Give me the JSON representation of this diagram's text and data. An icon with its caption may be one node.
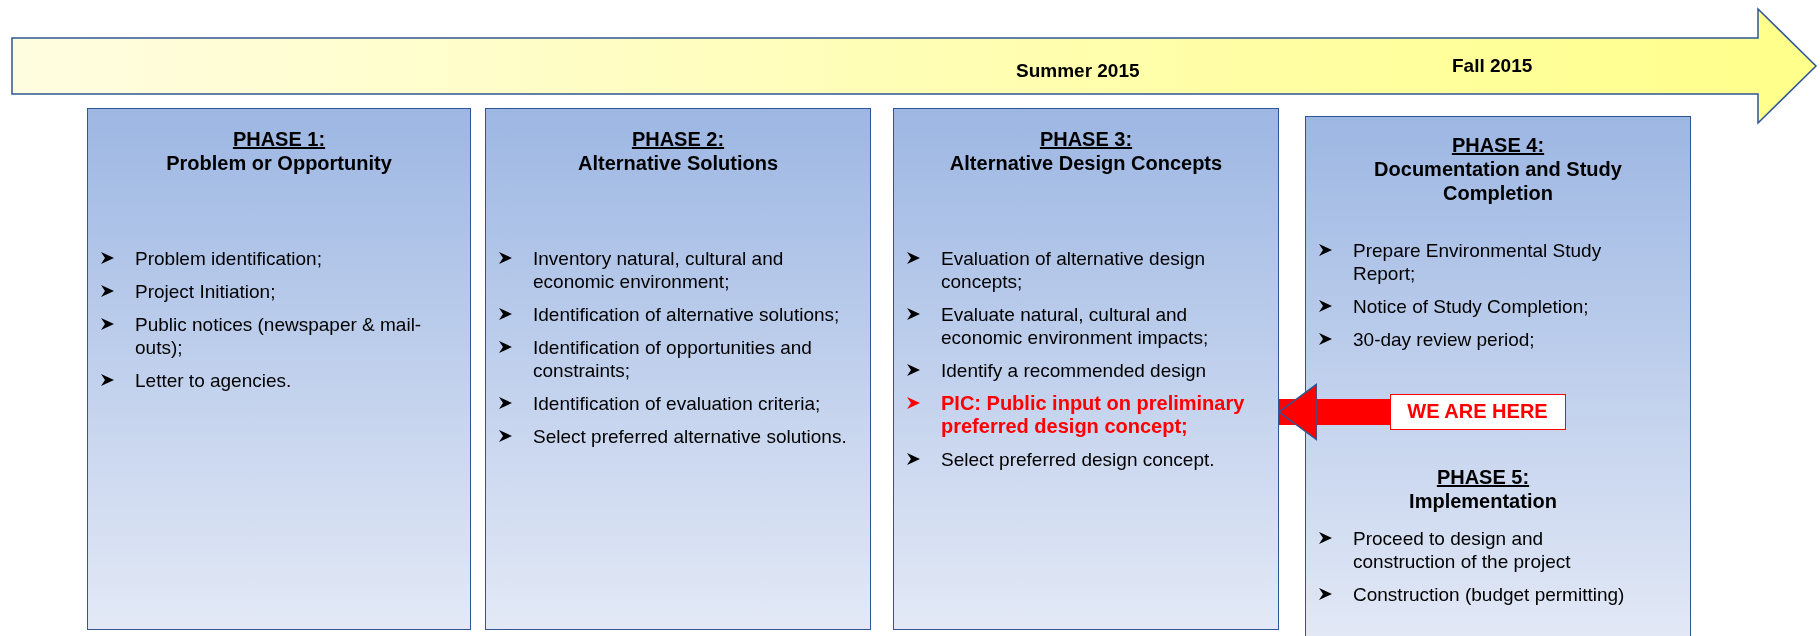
{
  "diagram": {
    "nodes": [
      {
        "text": [
          "Summer 2015",
          "Fall 2015"
        ]
      },
      {
        "text": [
          "PHASE 1:",
          "Problem or Opportunity",
          "Problem identification;",
          "Project Initiation;",
          "Public notices (newspaper & mail-outs);",
          "Letter to agencies."
        ]
      },
      {
        "text": [
          "PHASE 2:",
          "Alternative Solutions",
          "Inventory natural, cultural and economic environment;",
          "Identification of alternative solutions;",
          "Identification of opportunities and constraints;",
          "Identification of evaluation criteria;",
          "Select preferred alternative solutions."
        ]
      },
      {
        "text": [
          "PHASE 3:",
          "Alternative Design Concepts",
          "Evaluation of alternative design concepts;",
          "Evaluate natural, cultural and economic environment impacts;",
          "Identify a recommended design",
          "PIC: Public input on preliminary preferred design concept;",
          "Select preferred design concept."
        ]
      },
      {
        "text": [
          "PHASE 4:",
          "Documentation and Study Completion",
          "Prepare Environmental Study Report;",
          "Notice of Study Completion;",
          "30-day review period;",
          "PHASE 5:",
          "Implementation",
          "Proceed to design and construction of the project",
          "Construction (budget permitting)"
        ]
      },
      {
        "text": [
          "WE ARE HERE"
        ],
        "in": 4
      }
    ],
    "edges": [
      {
        "from": 5,
        "to": 3,
        "arrow": "to"
      }
    ]
  }
}
